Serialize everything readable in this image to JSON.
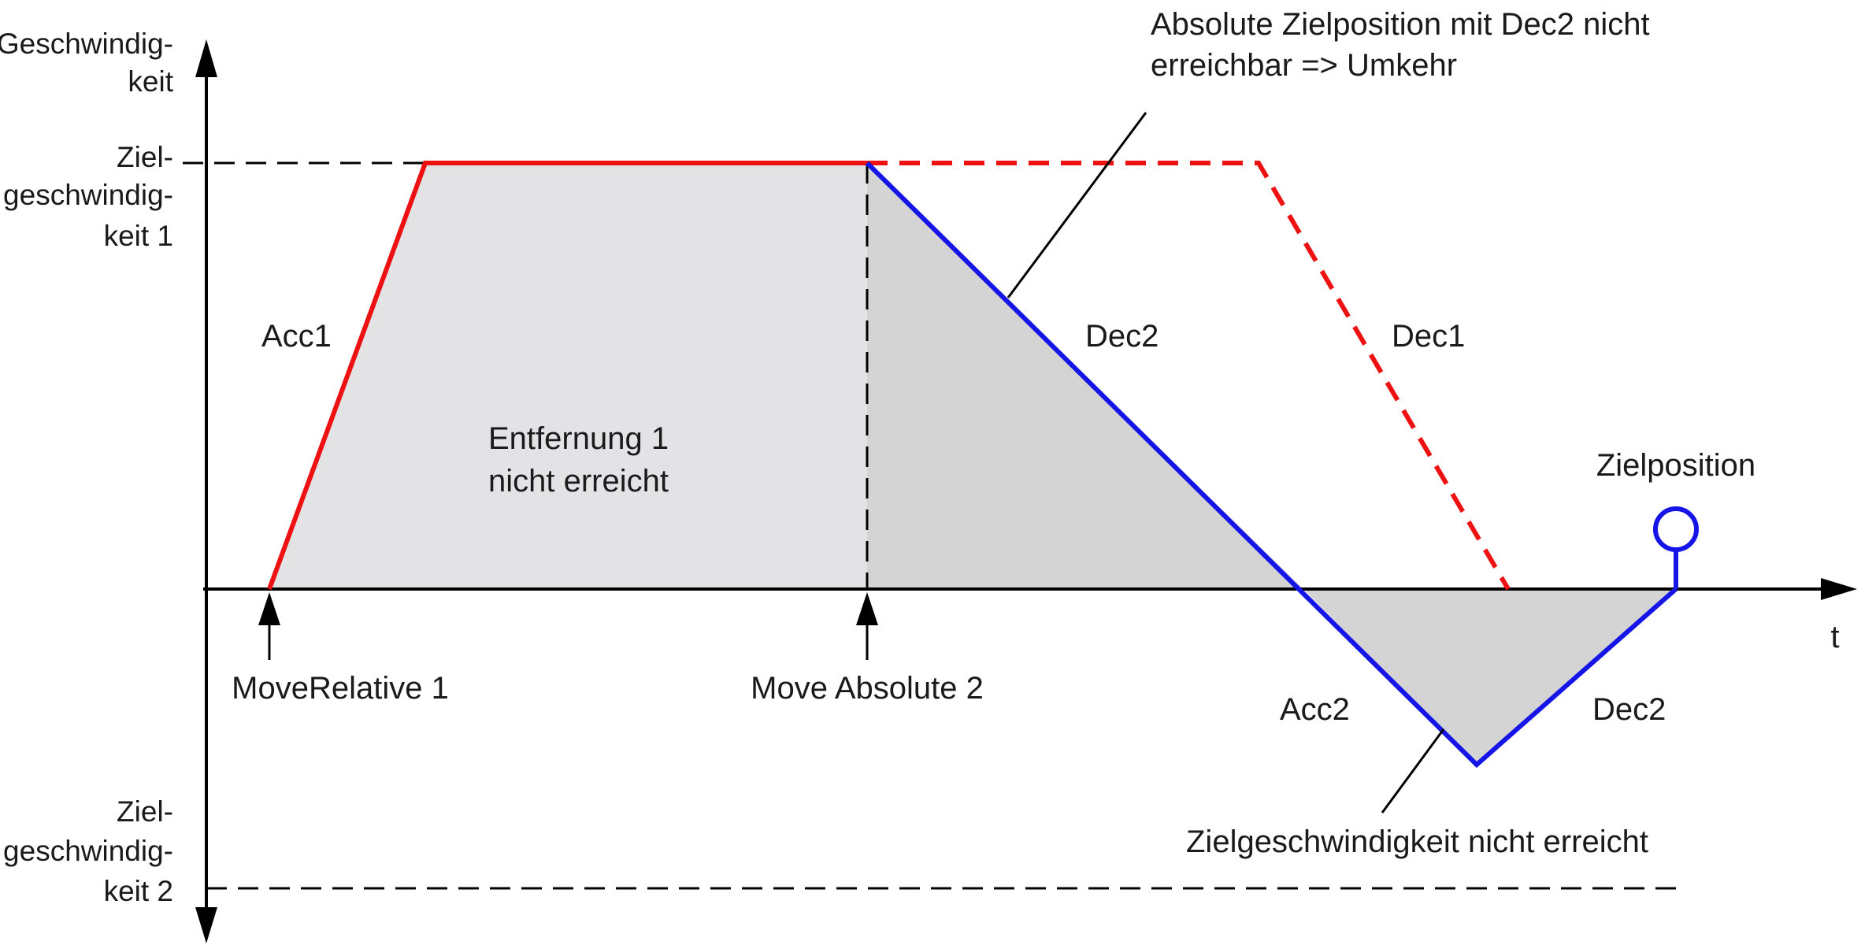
{
  "colors": {
    "accel_phase": "#ee1111",
    "reversal_phase": "#1515e8",
    "area_light": "#e3e3e6",
    "area_dark": "#d4d4d4",
    "axis": "#000000"
  },
  "axes": {
    "y_label_line1": "Geschwindig-",
    "y_label_line2": "keit",
    "x_label": "t"
  },
  "levels": {
    "target_velocity_1": [
      "Ziel-",
      "geschwindig-",
      "keit 1"
    ],
    "target_velocity_2": [
      "Ziel-",
      "geschwindig-",
      "keit 2"
    ]
  },
  "segments": {
    "acc1": "Acc1",
    "dec2_first": "Dec2",
    "dec1": "Dec1",
    "acc2": "Acc2",
    "dec2_second": "Dec2"
  },
  "area": {
    "distance_line1": "Entfernung 1",
    "distance_line2": "nicht erreicht"
  },
  "commands": {
    "move_relative": "MoveRelative 1",
    "move_absolute": "Move Absolute 2"
  },
  "annotations": {
    "unreachable_line1": "Absolute Zielposition mit Dec2 nicht",
    "unreachable_line2": "erreichbar => Umkehr",
    "target_velocity_not_reached": "Zielgeschwindigkeit nicht erreicht",
    "target_position": "Zielposition"
  }
}
